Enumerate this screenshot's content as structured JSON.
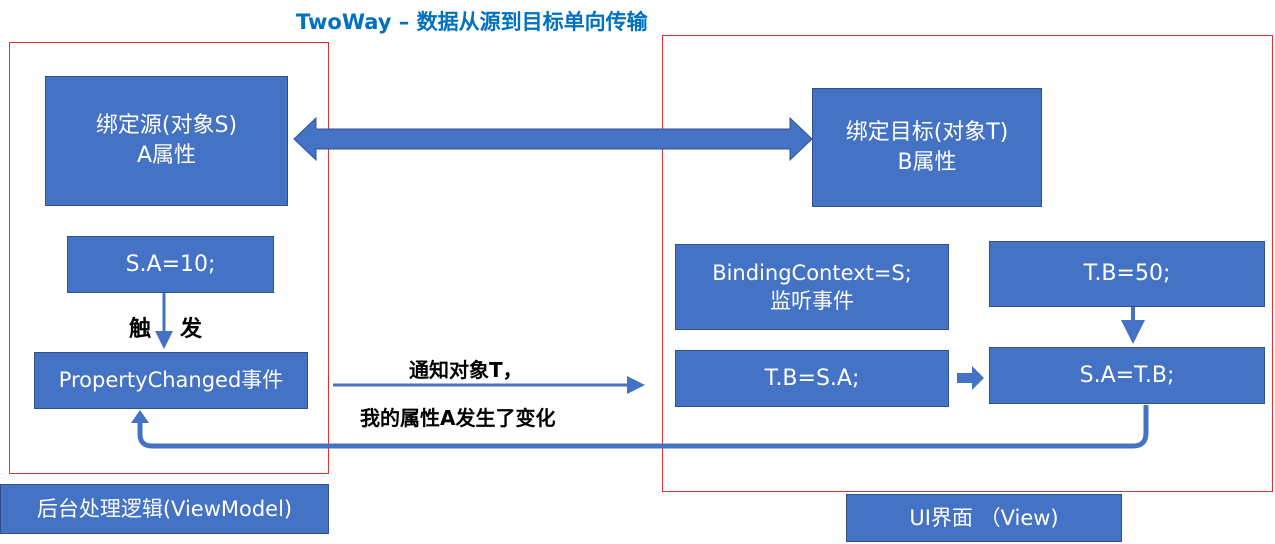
{
  "title": "TwoWay – 数据从源到目标单向传输",
  "left": {
    "source_line1": "绑定源(对象S)",
    "source_line2": "A属性",
    "assign": "S.A=10;",
    "trigger_char1": "触",
    "trigger_char2": "发",
    "event": "PropertyChanged事件",
    "caption": "后台处理逻辑(ViewModel)"
  },
  "right": {
    "target_line1": "绑定目标(对象T)",
    "target_line2": "B属性",
    "binding_line1": "BindingContext=S;",
    "binding_line2": "监听事件",
    "tb_assign": "T.B=50;",
    "tb_from_sa": "T.B=S.A;",
    "sa_from_tb": "S.A=T.B;",
    "caption": "UI界面 （View)"
  },
  "notify": {
    "line1": "通知对象T，",
    "line2": "我的属性A发生了变化"
  },
  "colors": {
    "box_fill": "#4472c4",
    "box_border": "#2f528f",
    "frame": "#e03030",
    "title": "#0070c0"
  }
}
